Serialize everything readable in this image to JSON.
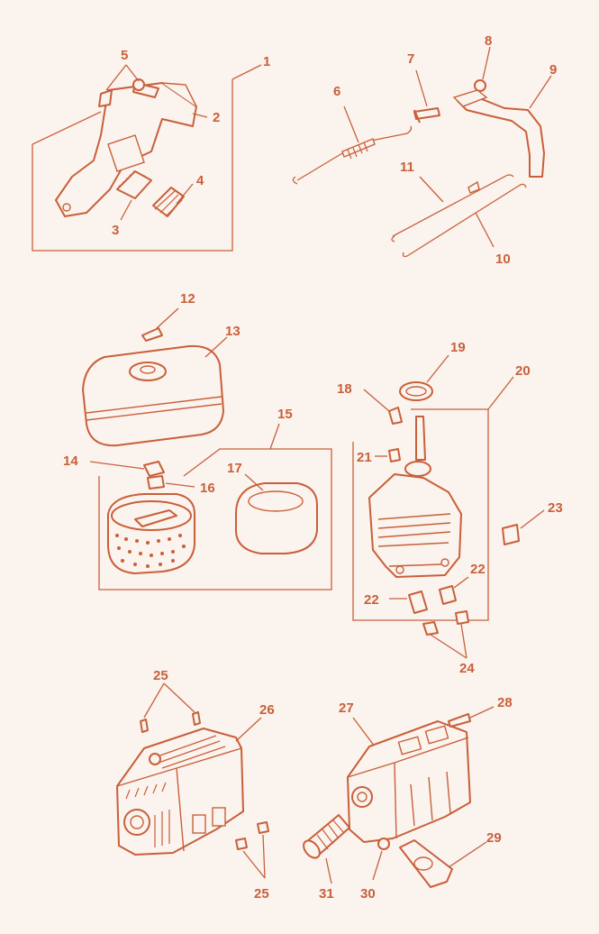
{
  "colors": {
    "ink": "#c8603a",
    "paper": "#fbf3ee"
  },
  "callouts": [
    "1",
    "2",
    "3",
    "4",
    "5",
    "6",
    "7",
    "8",
    "9",
    "10",
    "11",
    "12",
    "13",
    "14",
    "15",
    "16",
    "17",
    "18",
    "19",
    "20",
    "21",
    "22",
    "22",
    "23",
    "24",
    "25",
    "26",
    "27",
    "28",
    "25",
    "29",
    "30",
    "31"
  ]
}
